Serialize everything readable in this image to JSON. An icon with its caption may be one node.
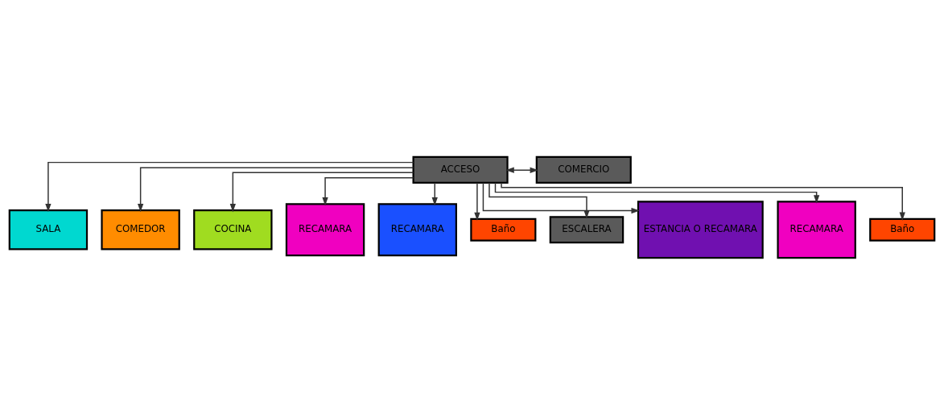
{
  "diagram": {
    "nodes": [
      {
        "text": [
          "ACCESO"
        ]
      },
      {
        "text": [
          "COMERCIO"
        ]
      },
      {
        "text": [
          "SALA"
        ]
      },
      {
        "text": [
          "COMEDOR"
        ]
      },
      {
        "text": [
          "COCINA"
        ]
      },
      {
        "text": [
          "RECAMARA"
        ]
      },
      {
        "text": [
          "RECAMARA"
        ]
      },
      {
        "text": [
          "Baño"
        ]
      },
      {
        "text": [
          "ESCALERA"
        ]
      },
      {
        "text": [
          "ESTANCIA O RECAMARA"
        ]
      },
      {
        "text": [
          "RECAMARA"
        ]
      },
      {
        "text": [
          "Baño"
        ]
      }
    ],
    "edges": [
      {
        "from": 0,
        "to": 1,
        "arrow": "both"
      },
      {
        "from": 0,
        "to": 2,
        "arrow": "to"
      },
      {
        "from": 0,
        "to": 3,
        "arrow": "to"
      },
      {
        "from": 0,
        "to": 4,
        "arrow": "to"
      },
      {
        "from": 0,
        "to": 5,
        "arrow": "to"
      },
      {
        "from": 0,
        "to": 7,
        "arrow": "to"
      },
      {
        "from": 0,
        "to": 6,
        "arrow": "to"
      },
      {
        "from": 0,
        "to": 8,
        "arrow": "to"
      },
      {
        "from": 0,
        "to": 9,
        "arrow": "to"
      },
      {
        "from": 0,
        "to": 10,
        "arrow": "to"
      },
      {
        "from": 0,
        "to": 11,
        "arrow": "to"
      }
    ]
  }
}
